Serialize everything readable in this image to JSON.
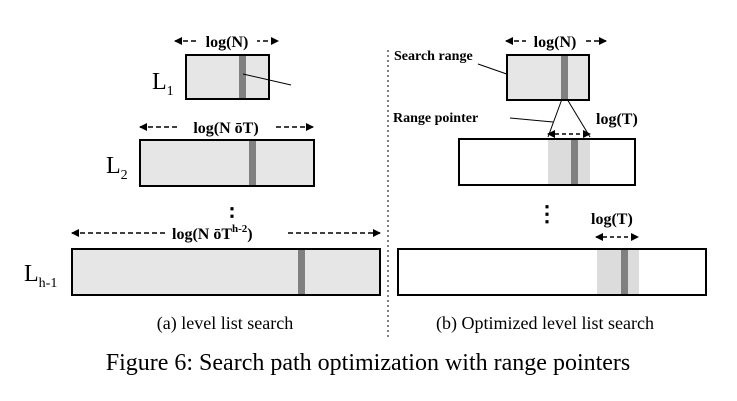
{
  "left": {
    "top_width_label": "log(N)",
    "mid_width_label": "log(N ōT)",
    "bottom_width_label_main": "log(N ōT",
    "bottom_width_label_sup": "h-2",
    "bottom_width_label_close": ")",
    "level1_main": "L",
    "level1_sub": "1",
    "level2_main": "L",
    "level2_sub": "2",
    "levelh_main": "L",
    "levelh_sub": "h-1",
    "ellipsis": "⋮",
    "caption": "(a) level list search"
  },
  "right": {
    "top_width_label": "log(N)",
    "search_range_label": "Search range",
    "range_pointer_label": "Range pointer",
    "mid_range_label": "log(T)",
    "bottom_range_label": "log(T)",
    "ellipsis": "⋮",
    "caption": "(b) Optimized level list search"
  },
  "figure_caption": "Figure 6: Search path optimization with range pointers",
  "colors": {
    "box_fill_gray": "#e6e6e6",
    "box_fill_white": "#ffffff",
    "range_fill": "#dcdcdc",
    "marker": "#808080",
    "stroke": "#000000"
  }
}
